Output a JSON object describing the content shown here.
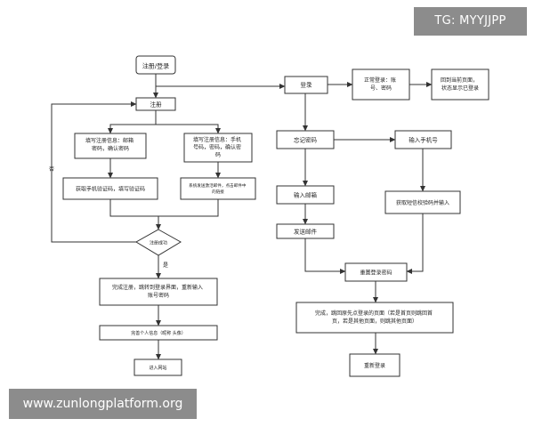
{
  "watermark_top": "TG: MYYJJPP",
  "watermark_bottom": "www.zunlongplatform.org",
  "nodes": {
    "start": "注册/登录",
    "register": "注册",
    "fill_email": [
      "填写注册信息：邮箱",
      "密码，确认密码"
    ],
    "fill_phone": [
      "填写注册信息：手机",
      "号码，密码，确认密",
      "码"
    ],
    "get_code": "获取手机验证码，填写验证码",
    "system_email": [
      "系统发送激活邮件，点击邮件中",
      "的链接"
    ],
    "reg_success": "注册成功",
    "complete_reg": [
      "完成注册，跳转到登录界面，重新输入",
      "账号密码"
    ],
    "complete_profile": "完善个人信息（昵称 头像）",
    "enter_site": "进入网站",
    "login": "登录",
    "normal_login": [
      "正常登录：账",
      "号、密码"
    ],
    "back_page": [
      "回到当前页面，",
      "状态显示已登录"
    ],
    "forgot_pwd": "忘记密码",
    "input_phone": "输入手机号",
    "input_email": "输入邮箱",
    "get_sms": "获取短信校验码并输入",
    "send_email": "发送邮件",
    "reset_pwd": "重置登录密码",
    "done_back": [
      "完成，跳回原先点登录的页面（若是首页则跳回首",
      "页，若是其他页面，则跳其他页面）"
    ],
    "relogin": "重新登录"
  },
  "edge_labels": {
    "no": "否",
    "yes": "是"
  }
}
